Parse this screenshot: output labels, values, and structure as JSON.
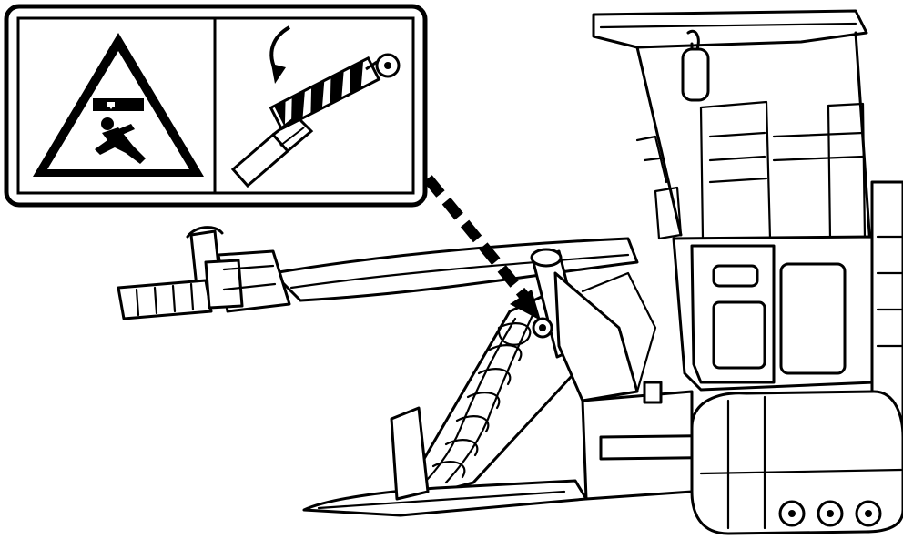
{
  "illustration": {
    "subject": "sugarcane-harvester",
    "colors": {
      "ink": "#000000",
      "paper": "#ffffff"
    }
  },
  "safety_label": {
    "panels": [
      {
        "icon": "crush-hazard-triangle-icon"
      },
      {
        "icon": "support-cylinder-stop-icon"
      }
    ]
  },
  "callout": {
    "style": "dashed-arrow",
    "target": "lift-cylinder-pivot"
  }
}
